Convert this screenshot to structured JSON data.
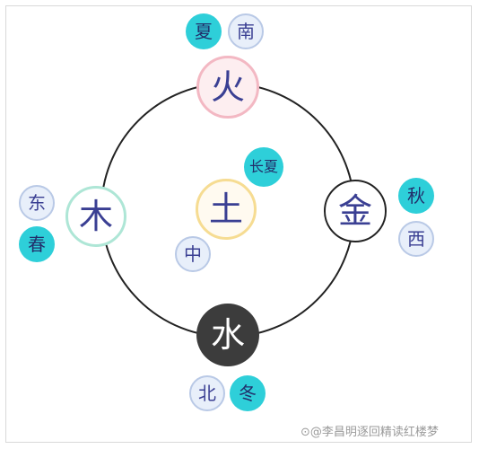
{
  "elements": {
    "fire": "火",
    "wood": "木",
    "earth": "土",
    "metal": "金",
    "water": "水"
  },
  "seasons": {
    "summer": "夏",
    "spring": "春",
    "late_summer": "长夏",
    "autumn": "秋",
    "winter": "冬"
  },
  "directions": {
    "south": "南",
    "east": "东",
    "center": "中",
    "west": "西",
    "north": "北"
  },
  "watermark": "⊙@李昌明逐回精读红楼梦",
  "colors": {
    "teal": "#2ecfd9",
    "pale_blue": "#e8effa",
    "fire_border": "#f3b8c3",
    "wood_border": "#aee6d6",
    "earth_border": "#f6dc92",
    "water_fill": "#3c3c3c",
    "text": "#3a3f93"
  }
}
